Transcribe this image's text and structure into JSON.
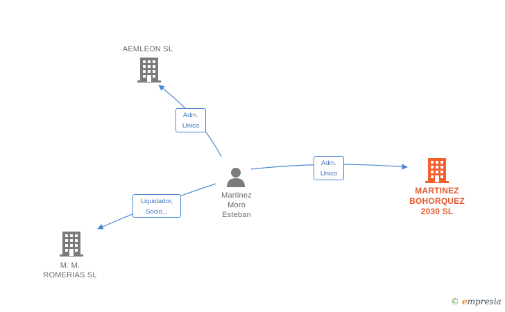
{
  "nodes": {
    "aemleon": {
      "label": "AEMLEON  SL"
    },
    "mmromerias": {
      "label": "M. M.\nROMERIAS SL"
    },
    "martinez_bohorquez": {
      "label": "MARTINEZ\nBOHORQUEZ\n2030  SL"
    },
    "person": {
      "label": "Martinez\nMoro\nEsteban"
    }
  },
  "edges": {
    "to_aemleon": {
      "label": "Adm.\nUnico"
    },
    "to_mmromerias": {
      "label": "Liquidador,\nSocio..."
    },
    "to_martinez_bohorquez": {
      "label": "Adm.\nUnico"
    }
  },
  "colors": {
    "edge": "#4a86d4",
    "company": "#7b7b7b",
    "main_company": "#f2602e",
    "person": "#7b7b7b"
  },
  "footer": {
    "copyright": "©",
    "brand_e": "e",
    "brand_rest": "mpresia"
  }
}
